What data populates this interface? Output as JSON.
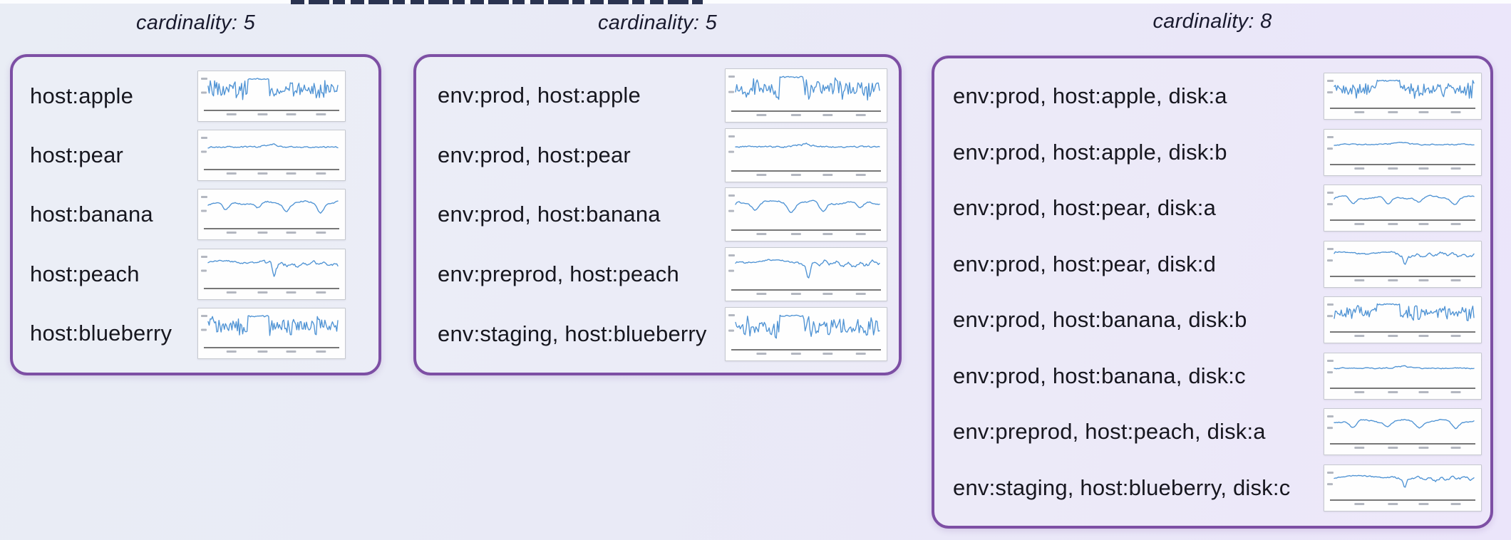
{
  "diagram": {
    "panels": [
      {
        "title": "cardinality: 5",
        "rows": [
          {
            "label": "host:apple",
            "sparkline": "noisy-plateau"
          },
          {
            "label": "host:pear",
            "sparkline": "flat"
          },
          {
            "label": "host:banana",
            "sparkline": "wavy"
          },
          {
            "label": "host:peach",
            "sparkline": "wavy-spikes"
          },
          {
            "label": "host:blueberry",
            "sparkline": "noisy-plateau"
          }
        ]
      },
      {
        "title": "cardinality: 5",
        "rows": [
          {
            "label": "env:prod, host:apple",
            "sparkline": "noisy-plateau"
          },
          {
            "label": "env:prod, host:pear",
            "sparkline": "flat"
          },
          {
            "label": "env:prod, host:banana",
            "sparkline": "wavy"
          },
          {
            "label": "env:preprod, host:peach",
            "sparkline": "wavy-spikes"
          },
          {
            "label": "env:staging, host:blueberry",
            "sparkline": "noisy-plateau"
          }
        ]
      },
      {
        "title": "cardinality: 8",
        "rows": [
          {
            "label": "env:prod, host:apple, disk:a",
            "sparkline": "noisy-plateau"
          },
          {
            "label": "env:prod, host:apple, disk:b",
            "sparkline": "flat"
          },
          {
            "label": "env:prod, host:pear, disk:a",
            "sparkline": "wavy"
          },
          {
            "label": "env:prod, host:pear, disk:d",
            "sparkline": "wavy-spikes"
          },
          {
            "label": "env:prod, host:banana, disk:b",
            "sparkline": "noisy-plateau"
          },
          {
            "label": "env:prod, host:banana, disk:c",
            "sparkline": "flat"
          },
          {
            "label": "env:preprod, host:peach, disk:a",
            "sparkline": "wavy"
          },
          {
            "label": "env:staging, host:blueberry, disk:c",
            "sparkline": "wavy-spikes"
          }
        ]
      }
    ],
    "colors": {
      "panel_border": "#7d4fa4",
      "sparkline_line": "#4f93d4",
      "sparkline_axis": "#4a4a4a",
      "tick_mark": "#b3b7c0",
      "label_text": "#17171f",
      "title_text": "#191a2e"
    }
  }
}
